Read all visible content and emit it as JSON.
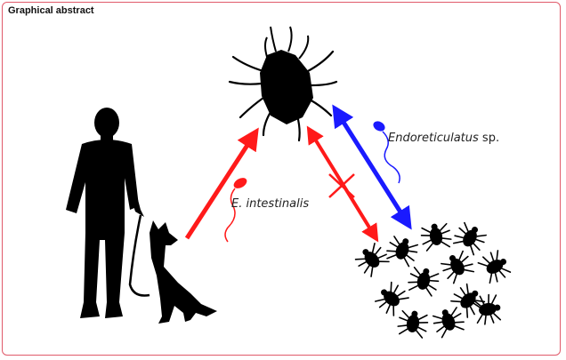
{
  "title": "Graphical abstract",
  "labels": {
    "endoreticulatus_genus": "Endoreticulatus",
    "endoreticulatus_sp": " sp.",
    "e_intestinalis": "E. intestinalis"
  },
  "colors": {
    "border": "#e05a6a",
    "red_arrow": "#ff1a1a",
    "blue_arrow": "#1a1aff",
    "silhouette": "#000000"
  },
  "icons": [
    "human-silhouette-icon",
    "dog-silhouette-icon",
    "tick-icon",
    "tick-cluster-icon",
    "microsporidia-parasite-icon"
  ]
}
